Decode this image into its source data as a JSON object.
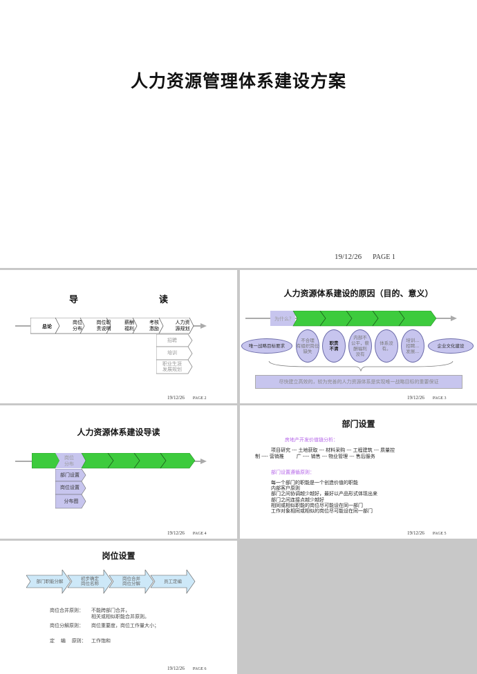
{
  "slide1": {
    "title": "人力资源管理体系建设方案",
    "date": "19/12/26",
    "page": "PAGE 1"
  },
  "slide2": {
    "title_left": "导",
    "title_right": "读",
    "chain": [
      "总论",
      "岗位\n分布",
      "岗位职\n责说明",
      "薪酬\n福利",
      "考核\n激励",
      "人力资\n源规划"
    ],
    "sub_items": [
      "招聘",
      "培训",
      "职业生涯\n发展规划"
    ],
    "date": "19/12/26",
    "page": "PAGE 2"
  },
  "slide3": {
    "title": "人力资源体系建设的原因（目的、意义）",
    "why_label": "为什么？",
    "left_oval": "唯一战略目标要求",
    "right_oval": "企业文化建设",
    "ovals": [
      "不合理\n有组织岗位\n缺失",
      "职责\n不清",
      "内部不\n公平，薪\n酬福利\n没有",
      "体系没\n有。",
      "培训…\n招聘…\n发展…"
    ],
    "summary": "尽快建立高效的，较为完善的人力资源体系是实现唯一战略目标的重要保证",
    "date": "19/12/26",
    "page": "PAGE 3"
  },
  "slide4": {
    "title": "人力资源体系建设导读",
    "active_label": "岗位\n分布",
    "sub_items": [
      "部门设置",
      "岗位设置",
      "分布图"
    ],
    "date": "19/12/26",
    "page": "PAGE 4"
  },
  "slide5": {
    "title": "部门设置",
    "section1_heading": "房地产开发价值链分析：",
    "chain_line1": "项目研究 --- 土地获取 --- 材料采购 --- 工程建筑 --- 质量控",
    "chain_line2": "制 ---- 营销推        广 ---- 销售 --- 物业管理 --- 售后服务",
    "section2_heading": "部门设置遵循原则：",
    "principles": [
      "每一个部门的职能是一个创造价值的职能",
      "内部客户原则",
      "部门之间协调越少越好，最好以产品形式体现出来",
      "部门之间连接点越少越好",
      "相同或相似职能的岗位尽可能设在同一部门",
      "工作对象相同或相似的岗位尽可能设在同一部门"
    ],
    "date": "19/12/26",
    "page": "PAGE 5"
  },
  "slide6": {
    "title": "岗位设置",
    "steps": [
      "部门职能分解",
      "初步确定\n岗位名称",
      "岗位合并\n岗位分解",
      "员工定编"
    ],
    "merge_label": "岗位合并原则：",
    "merge_line1": "不能跨部门合并，",
    "merge_line2": "相关或相似职能合并原则。",
    "split_label": "岗位分解原则：",
    "split_text": "岗位重要度，岗位工作量大小；",
    "staff_label": "定    编    原则：",
    "staff_text": "工作饱和",
    "date": "19/12/26",
    "page": "PAGE 6"
  },
  "colors": {
    "green": "#3dcb3d",
    "lavender": "#c7c5ee",
    "light_blue": "#cde8f8",
    "purple_text": "#b566e8"
  }
}
